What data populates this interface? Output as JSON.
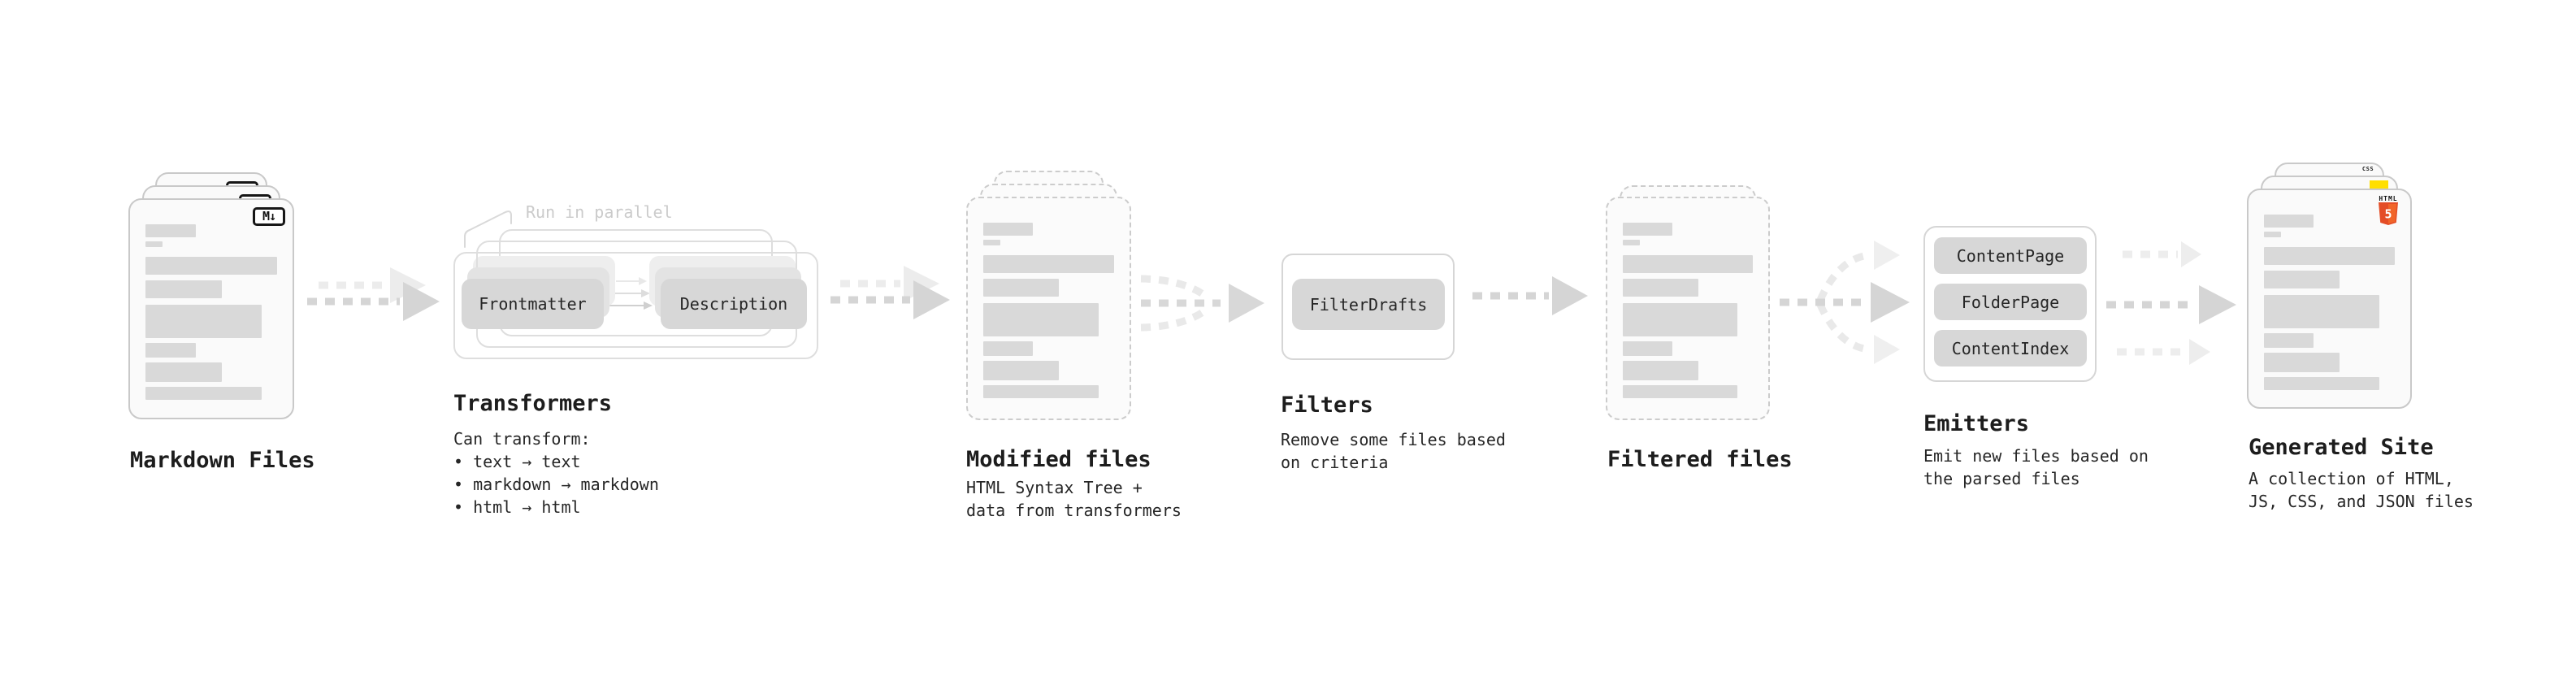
{
  "diagram": {
    "markdown": {
      "title": "Markdown Files",
      "badge": "M↓"
    },
    "transformers": {
      "note": "Run in parallel",
      "chip_left": "Frontmatter",
      "chip_right": "Description",
      "title": "Transformers",
      "desc": "Can transform:\n • text → text\n • markdown → markdown\n • html → html"
    },
    "modified": {
      "title": "Modified files",
      "desc": "HTML Syntax Tree +\ndata from transformers"
    },
    "filters": {
      "chip": "FilterDrafts",
      "title": "Filters",
      "desc": "Remove some files based\non criteria"
    },
    "filtered": {
      "title": "Filtered files"
    },
    "emitters": {
      "chips": [
        "ContentPage",
        "FolderPage",
        "ContentIndex"
      ],
      "title": "Emitters",
      "desc": "Emit new files based on\nthe parsed files"
    },
    "generated": {
      "title": "Generated Site",
      "desc": "A collection of HTML,\nJS, CSS, and JSON files",
      "html_badge_label": "HTML",
      "html_badge_number": "5",
      "css_badge_label": "CSS"
    }
  },
  "colors": {
    "html5_orange_dark": "#e44d26",
    "html5_orange_light": "#f16529",
    "js_yellow": "#ffdf00",
    "css_blue": "#2b6de8",
    "arrow_gray": "#d5d5d5",
    "arrow_ghost_gray": "#ececec",
    "bar_gray": "#d9d9d9"
  }
}
